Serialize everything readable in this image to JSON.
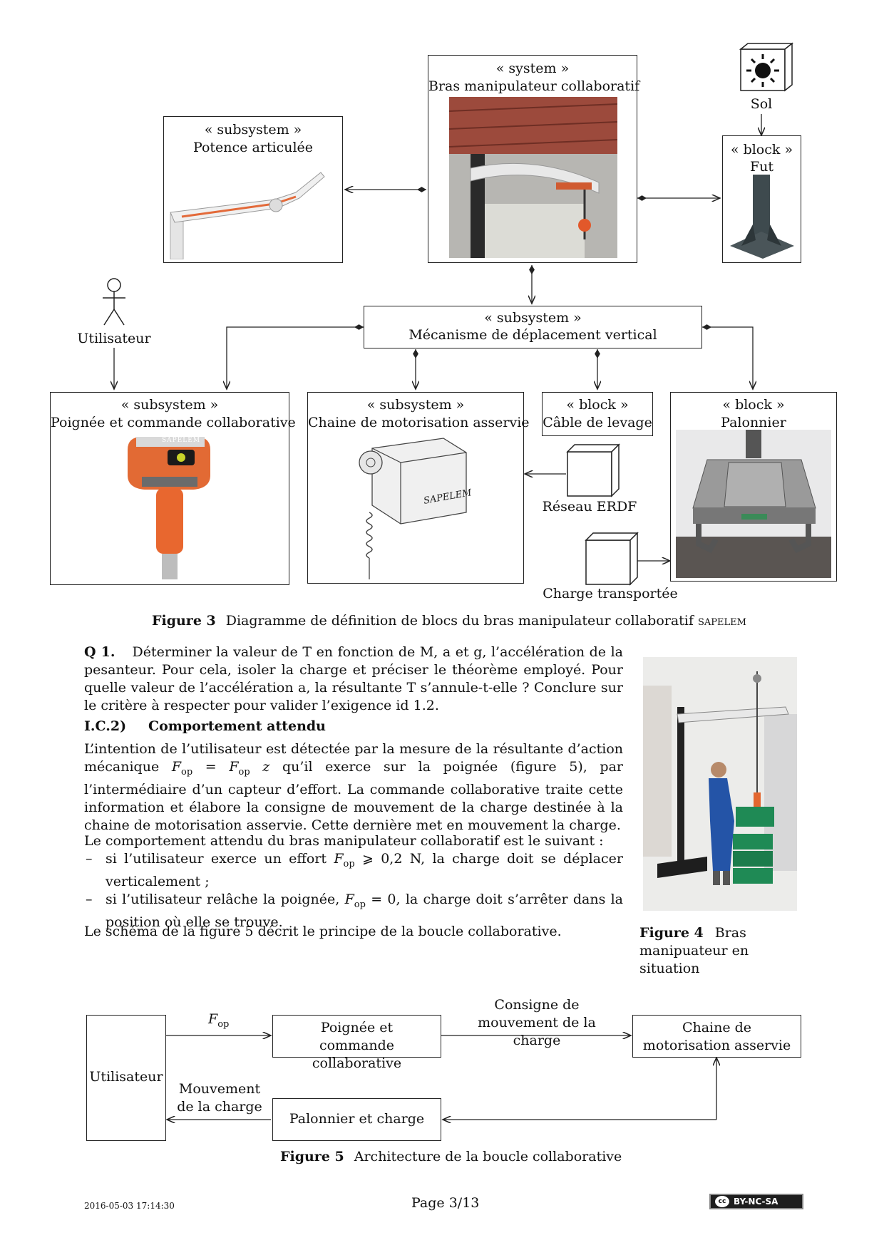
{
  "figure3": {
    "system_box": {
      "stereotype": "« system »",
      "name": "Bras manipulateur collaboratif"
    },
    "potence": {
      "stereotype": "« subsystem »",
      "name": "Potence articulée"
    },
    "sol": {
      "name": "Sol"
    },
    "fut": {
      "stereotype": "« block »",
      "name": "Fut"
    },
    "utilisateur": {
      "name": "Utilisateur"
    },
    "mecanisme": {
      "stereotype": "« subsystem »",
      "name": "Mécanisme de déplacement vertical"
    },
    "poignee": {
      "stereotype": "« subsystem »",
      "name": "Poignée et commande collaborative"
    },
    "chaine": {
      "stereotype": "« subsystem »",
      "name": "Chaine de motorisation asservie"
    },
    "cable": {
      "stereotype": "« block »",
      "name": "Câble de levage"
    },
    "palonnier": {
      "stereotype": "« block »",
      "name": "Palonnier"
    },
    "reseau": {
      "name": "Réseau ERDF"
    },
    "charge": {
      "name": "Charge transportée"
    },
    "brand": "SAPELEM",
    "caption_num": "Figure 3",
    "caption_text": "Diagramme de définition de blocs du bras manipulateur collaboratif",
    "caption_brand": "sapelem"
  },
  "q1": {
    "label": "Q 1.",
    "text": "Déterminer la valeur de T en fonction de M, a et g, l’accélération de la pesanteur. Pour cela, isoler la charge et préciser le théorème employé. Pour quelle valeur de l’accélération a, la résultante T s’annule-t-elle ? Conclure sur le critère à respecter pour valider l’exigence id 1.2."
  },
  "section": {
    "num": "I.C.2)",
    "title": "Comportement attendu"
  },
  "para1": {
    "a": "L’intention de l’utilisateur est détectée par la mesure de la résultante d’action mécanique",
    "b": "qu’il exerce sur la poignée (figure 5), par l’intermédiaire d’un capteur d’effort. La commande collaborative traite cette information et élabore la consigne de mouvement de la charge destinée à la chaine de motorisation asservie. Cette dernière met en mouvement la charge."
  },
  "para2": "Le comportement attendu du bras manipulateur collaboratif est le suivant :",
  "bullets": [
    {
      "a": "si l’utilisateur exerce un effort",
      "b": "⩾ 0,2 N, la charge doit se déplacer verticalement ;"
    },
    {
      "a": "si l’utilisateur relâche la poignée,",
      "b": "= 0, la charge doit s’arrêter dans la position où elle se trouve."
    }
  ],
  "para3": "Le schéma de la figure 5 décrit le principe de la boucle collaborative.",
  "figure4": {
    "caption_num": "Figure 4",
    "caption_text": "Bras manipuateur en situation"
  },
  "figure5": {
    "utilisateur": "Utilisateur",
    "poignee": "Poignée et commande collaborative",
    "chaine": "Chaine de motorisation asservie",
    "palonnier": "Palonnier et charge",
    "fop": "F",
    "fop_sub": "op",
    "consigne": "Consigne de mouvement de la charge",
    "mouvement": "Mouvement de la charge",
    "caption_num": "Figure 5",
    "caption_text": "Architecture de la boucle collaborative"
  },
  "footer": {
    "date": "2016-05-03 17:14:30",
    "page": "Page 3/13",
    "license": "BY-NC-SA"
  }
}
